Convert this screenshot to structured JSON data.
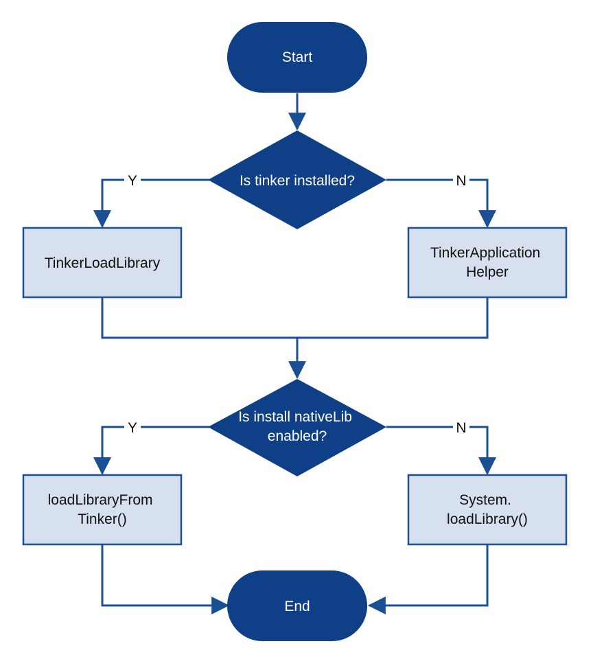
{
  "nodes": {
    "start": "Start",
    "decision1": "Is tinker installed?",
    "process_load_library": "TinkerLoadLibrary",
    "process_app_helper": [
      "TinkerApplication",
      "Helper"
    ],
    "decision2": [
      "Is install nativeLib",
      "enabled?"
    ],
    "process_load_from_tinker": [
      "loadLibraryFrom",
      "Tinker()"
    ],
    "process_system_load": [
      "System.",
      "loadLibrary()"
    ],
    "end": "End"
  },
  "branches": {
    "decision1_yes": "Y",
    "decision1_no": "N",
    "decision2_yes": "Y",
    "decision2_no": "N"
  },
  "colors": {
    "node_fill": "#0e3f87",
    "process_fill": "#d6e0ee",
    "line": "#1a4f93"
  }
}
